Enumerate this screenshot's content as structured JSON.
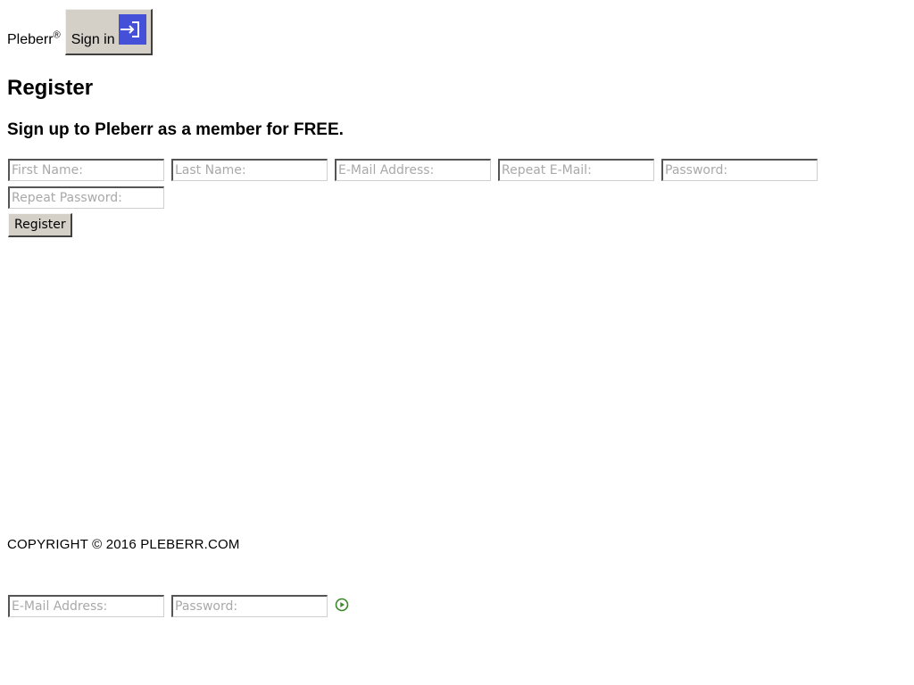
{
  "header": {
    "brand": "Pleberr",
    "brand_mark": "®",
    "signin_label": "Sign in",
    "signin_icon": "sign-in-arrow-icon",
    "signin_icon_color": "#4550d8"
  },
  "main": {
    "title": "Register",
    "subtitle": "Sign up to Pleberr as a member for FREE."
  },
  "register_form": {
    "first_name_placeholder": "First Name:",
    "last_name_placeholder": "Last Name:",
    "email_placeholder": "E-Mail Address:",
    "repeat_email_placeholder": "Repeat E-Mail:",
    "password_placeholder": "Password:",
    "repeat_password_placeholder": "Repeat Password:",
    "submit_label": "Register"
  },
  "footer": {
    "copyright": "COPYRIGHT © 2016 PLEBERR.COM"
  },
  "login_form": {
    "email_placeholder": "E-Mail Address:",
    "password_placeholder": "Password:",
    "submit_icon": "play-circle-icon",
    "submit_icon_color": "#3a8a2a"
  }
}
